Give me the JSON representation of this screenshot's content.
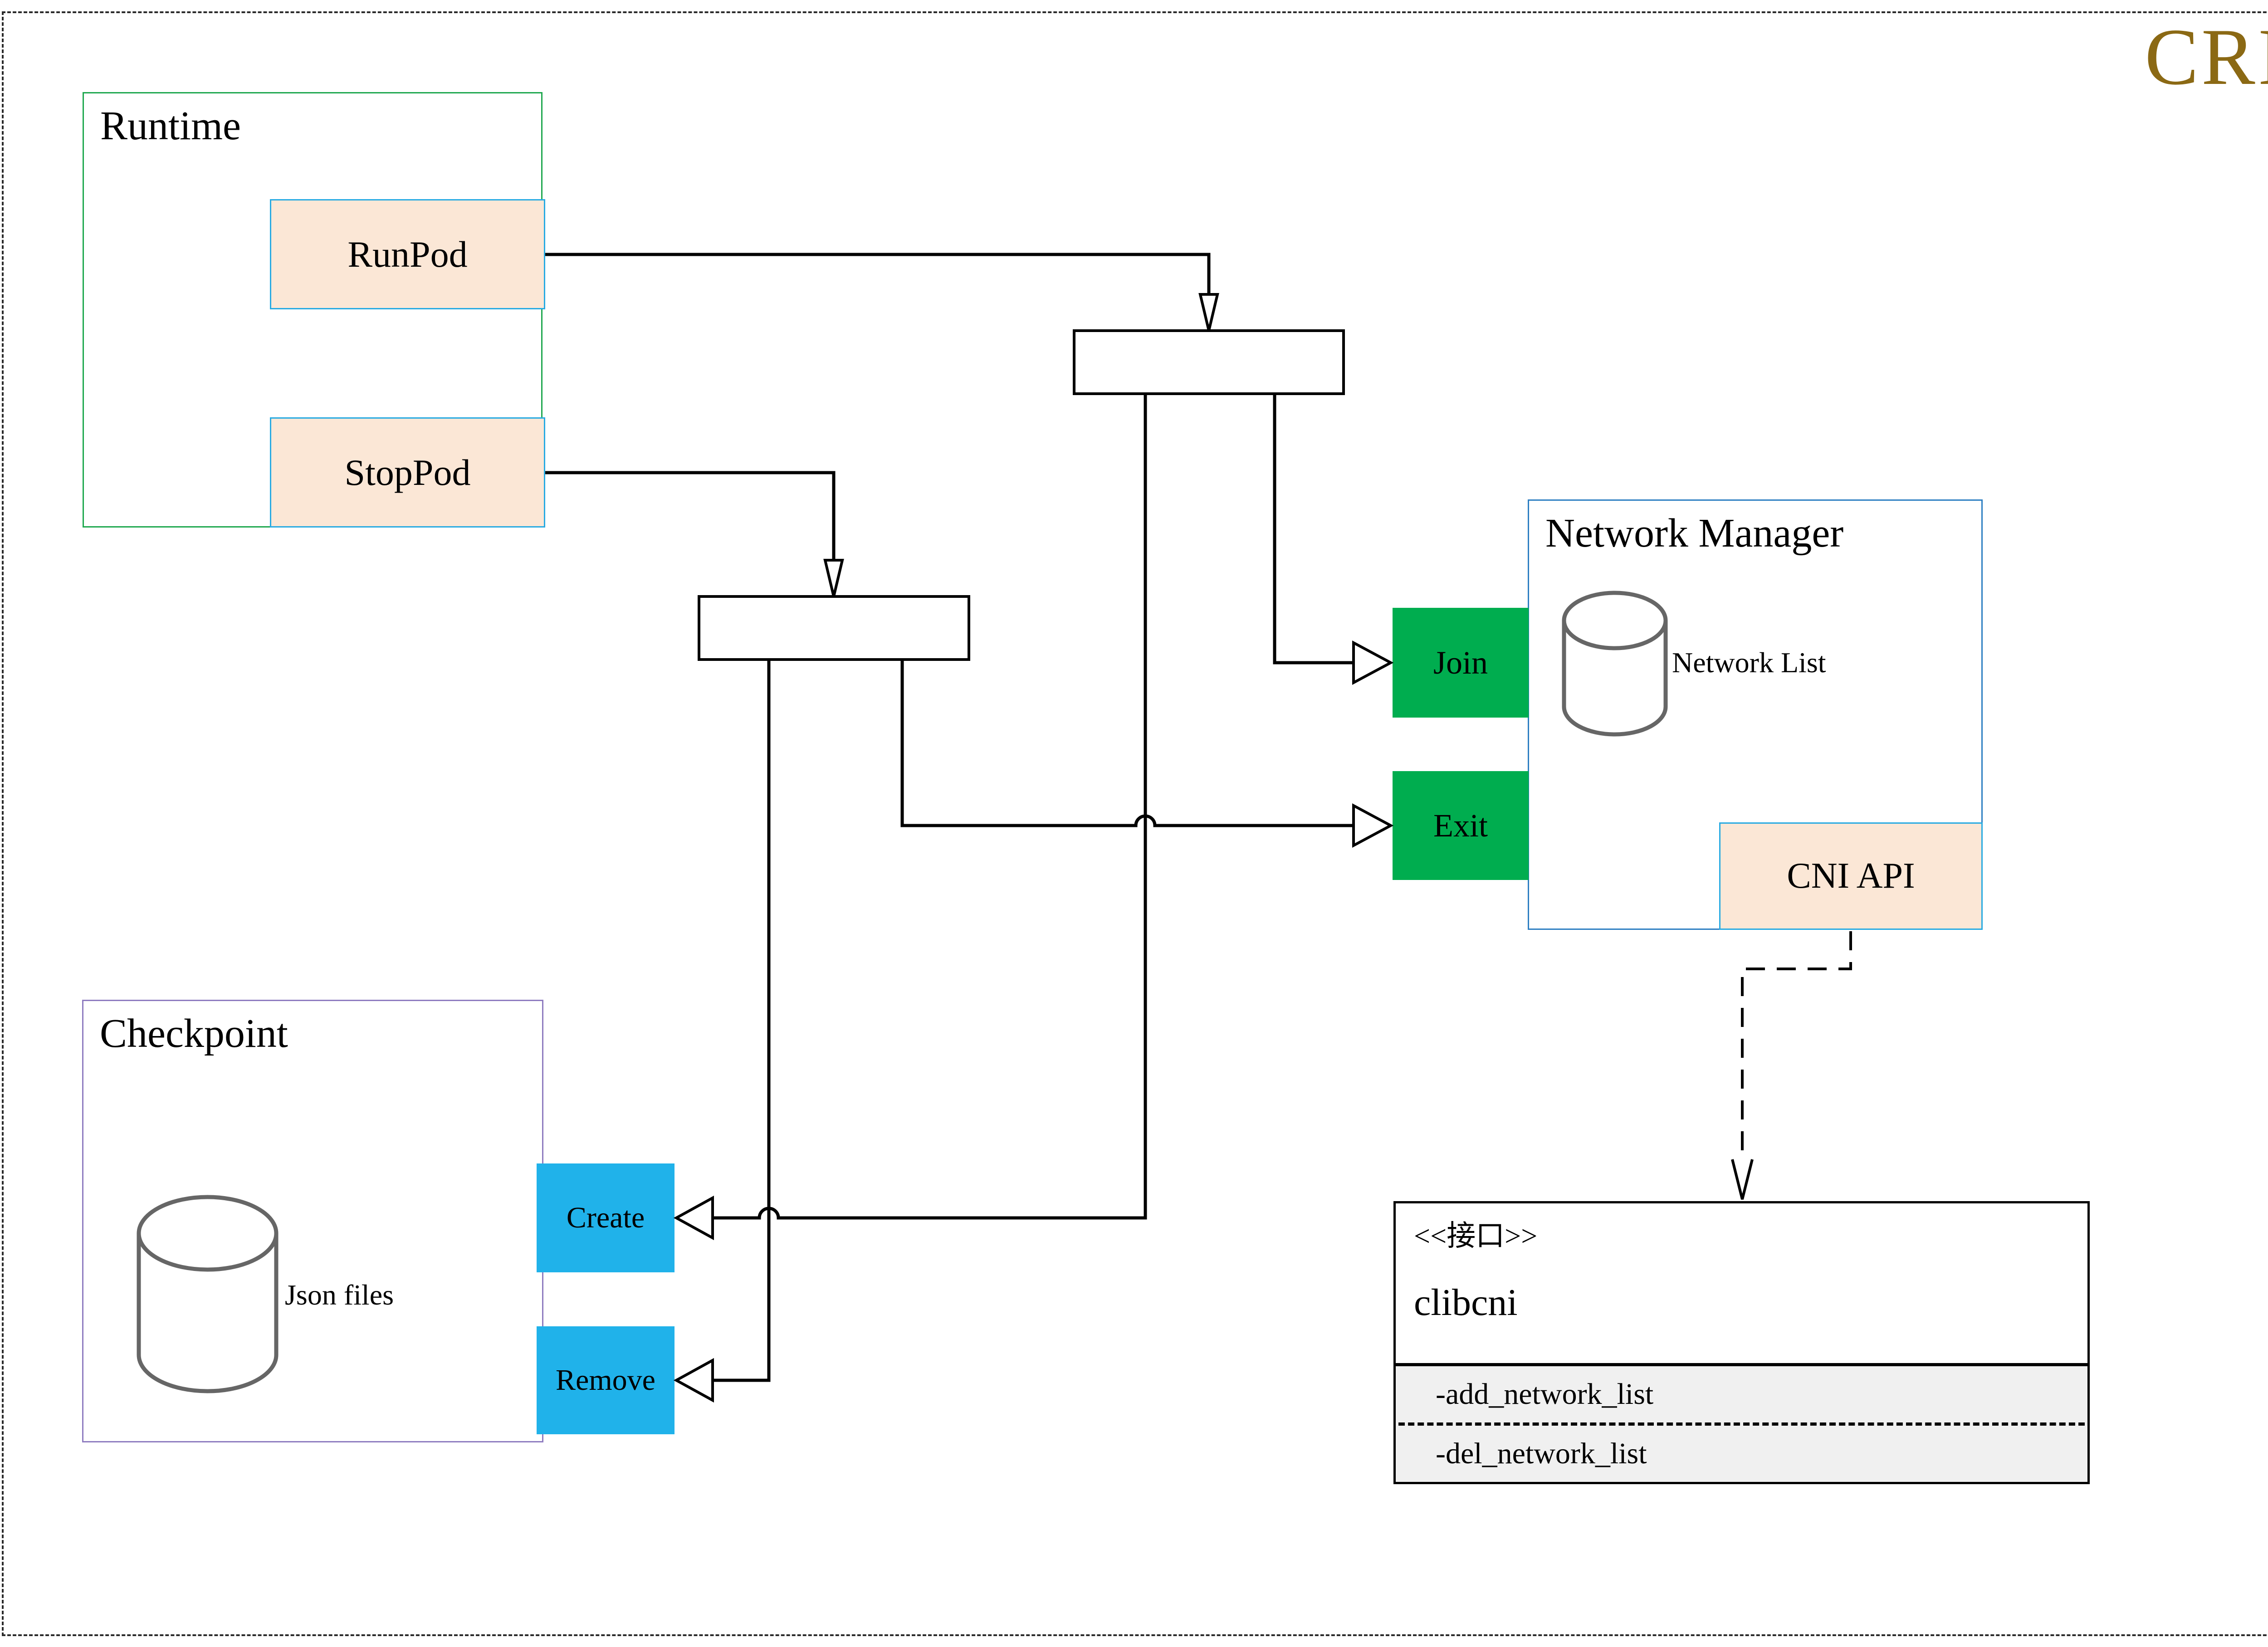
{
  "badge": {
    "text": "CRI",
    "color": "#8B6914"
  },
  "runtime": {
    "title": "Runtime",
    "border_color": "#1fa84f",
    "run_pod": {
      "label": "RunPod",
      "fill": "#fbe7d6",
      "border_color": "#29abe2"
    },
    "stop_pod": {
      "label": "StopPod",
      "fill": "#fbe7d6",
      "border_color": "#29abe2"
    }
  },
  "checkpoint": {
    "title": "Checkpoint",
    "border_color": "#8f7cc0",
    "database_label": "Json files",
    "create": {
      "label": "Create",
      "fill": "#20b2ea"
    },
    "remove": {
      "label": "Remove",
      "fill": "#20b2ea"
    }
  },
  "network_manager": {
    "title": "Network Manager",
    "border_color": "#2e7fc2",
    "database_label": "Network List",
    "join": {
      "label": "Join",
      "fill": "#00ad4f"
    },
    "exit": {
      "label": "Exit",
      "fill": "#00ad4f"
    },
    "cni_api": {
      "label": "CNI API",
      "fill": "#fbe7d6",
      "border_color": "#29abe2"
    }
  },
  "interface_class": {
    "stereotype": "<<接口>>",
    "name": "clibcni",
    "section_fill": "#f0f0f0",
    "methods": [
      {
        "label": "-add_network_list"
      },
      {
        "label": "-del_network_list"
      }
    ]
  },
  "edges": [
    {
      "from": "RunPod",
      "to": "process-box-top",
      "style": "solid",
      "arrow": "open-v"
    },
    {
      "from": "StopPod",
      "to": "process-box-middle",
      "style": "solid",
      "arrow": "open-v"
    },
    {
      "from": "process-box-top",
      "to": "Join",
      "style": "solid",
      "arrow": "open-triangle"
    },
    {
      "from": "process-box-top",
      "to": "Create",
      "style": "solid",
      "arrow": "open-triangle"
    },
    {
      "from": "process-box-middle",
      "to": "Exit",
      "style": "solid",
      "arrow": "open-triangle"
    },
    {
      "from": "process-box-middle",
      "to": "Remove",
      "style": "solid",
      "arrow": "open-triangle"
    },
    {
      "from": "CNI API",
      "to": "clibcni",
      "style": "dashed",
      "arrow": "open-v"
    }
  ]
}
